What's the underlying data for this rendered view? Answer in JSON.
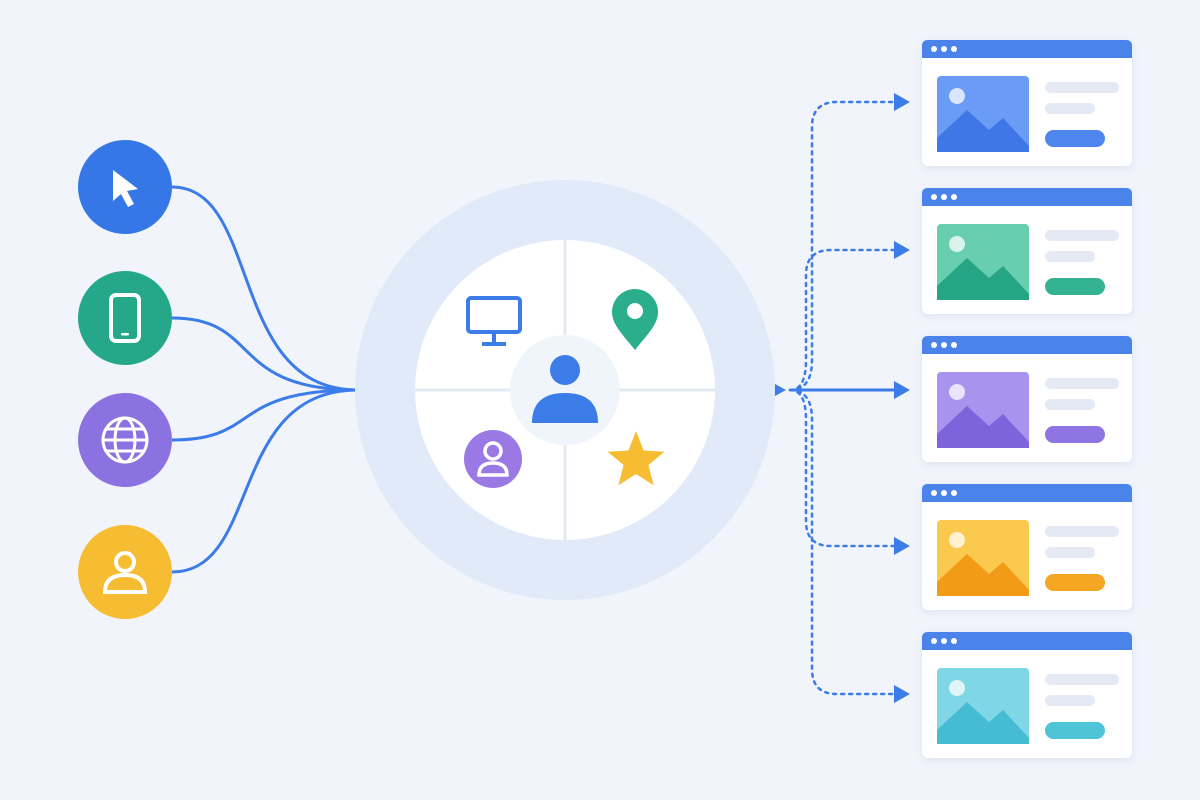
{
  "colors": {
    "background": "#f1f4fb",
    "accent": "#3b7ce8",
    "hub_ring": "#e1eaf8",
    "hub_inner": "#f0f4fb",
    "divider": "#e3e8f2"
  },
  "sources": [
    {
      "icon": "cursor-icon",
      "color": "#3577e6"
    },
    {
      "icon": "smartphone-icon",
      "color": "#25a88a"
    },
    {
      "icon": "globe-icon",
      "color": "#8b72e0"
    },
    {
      "icon": "user-icon",
      "color": "#f6bd33"
    }
  ],
  "hub": {
    "center_icon": "user-icon",
    "quadrant_icons": [
      "monitor-icon",
      "location-pin-icon",
      "user-avatar-icon",
      "star-icon"
    ],
    "icon_colors": {
      "monitor": "#3b7ce8",
      "pin": "#2aae8c",
      "center_user": "#3b7ce8",
      "avatar": "#9b79e4",
      "star": "#f6bd33"
    }
  },
  "targets": [
    {
      "icon": "image-card-icon",
      "accent": "#4f86ee",
      "image_bg": "#6a9cf5",
      "image_fg": "#3f78e6",
      "connector": "dotted"
    },
    {
      "icon": "image-card-icon",
      "accent": "#34b393",
      "image_bg": "#67cfb0",
      "image_fg": "#25a584",
      "connector": "dotted"
    },
    {
      "icon": "image-card-icon",
      "accent": "#8f75e3",
      "image_bg": "#a894ef",
      "image_fg": "#7f63dc",
      "connector": "solid"
    },
    {
      "icon": "image-card-icon",
      "accent": "#f5a623",
      "image_bg": "#fbc94d",
      "image_fg": "#f29b16",
      "connector": "dotted"
    },
    {
      "icon": "image-card-icon",
      "accent": "#4fc3d8",
      "image_bg": "#7fd7e6",
      "image_fg": "#46bcd3",
      "connector": "dotted"
    }
  ]
}
